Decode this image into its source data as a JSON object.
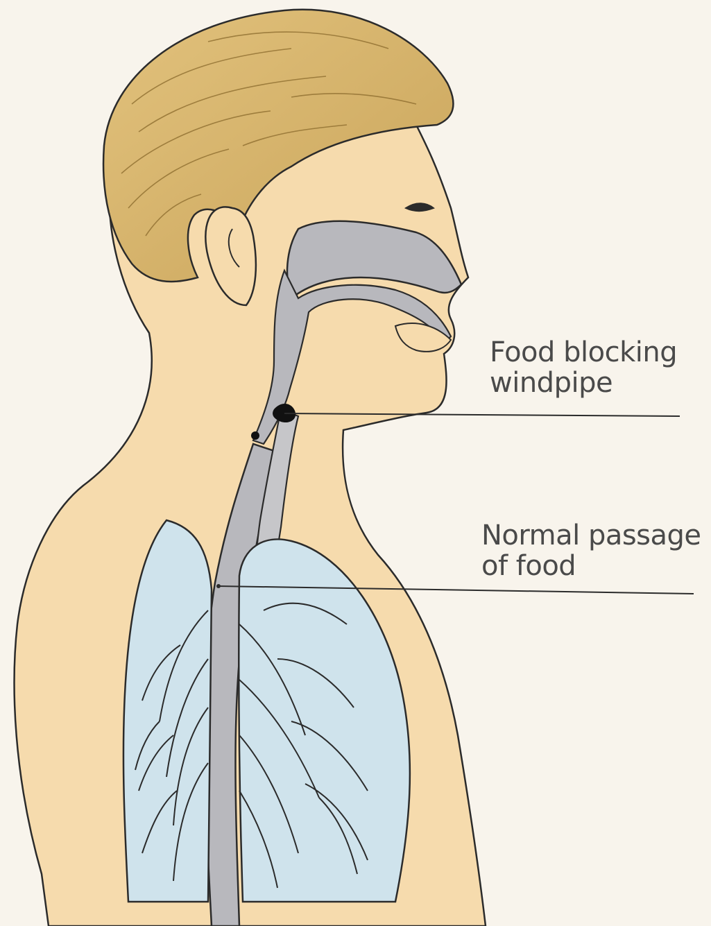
{
  "labels": {
    "food_blocking_line1": "Food blocking",
    "food_blocking_line2": "windpipe",
    "normal_passage_line1": "Normal passage",
    "normal_passage_line2": "of food"
  },
  "colors": {
    "background": "#f8f4ec",
    "skin": "#f7dcae",
    "hair": "#d7b46a",
    "airway": "#b9b9bd",
    "lungs": "#cfe3ec",
    "outline": "#2b2b2b",
    "label_text": "#4a4a4a",
    "food_blockage": "#111111"
  }
}
